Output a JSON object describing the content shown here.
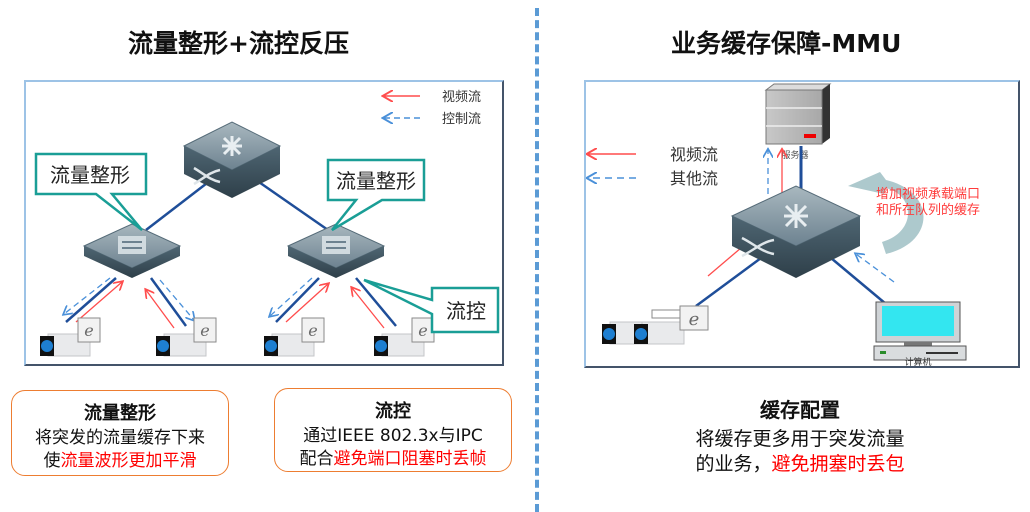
{
  "left_section": {
    "title": "流量整形+流控反压",
    "diagram": {
      "legend": [
        {
          "label": "视频流",
          "style": "solid",
          "color": "#ff4d4d"
        },
        {
          "label": "控制流",
          "style": "dashed",
          "color": "#4a90d9"
        }
      ],
      "callouts": {
        "shaping_left": "流量整形",
        "shaping_right": "流量整形",
        "flow_control": "流控"
      },
      "colors": {
        "callout_border": "#1a9e96",
        "link": "#1f4e99"
      }
    },
    "cards": [
      {
        "title": "流量整形",
        "line1": "将突发的流量缓存下来",
        "line2_prefix": "使",
        "line2_highlight": "流量波形更加平滑"
      },
      {
        "title": "流控",
        "line1": "通过IEEE 802.3x与IPC",
        "line2_prefix": "配合",
        "line2_highlight": "避免端口阻塞时丢帧"
      }
    ]
  },
  "right_section": {
    "title": "业务缓存保障-MMU",
    "diagram": {
      "legend": [
        {
          "label": "视频流",
          "style": "solid",
          "color": "#ff4d4d"
        },
        {
          "label": "其他流",
          "style": "dashed",
          "color": "#4a90d9"
        }
      ],
      "server_label": "服务器",
      "computer_label": "计算机",
      "annotation_line1": "增加视频承载端口",
      "annotation_line2": "和所在队列的缓存"
    },
    "summary": {
      "title": "缓存配置",
      "line1": "将缓存更多用于突发流量",
      "line2_prefix": "的业务，",
      "line2_highlight": "避免拥塞时丢包"
    }
  },
  "colors": {
    "divider": "#5b9bd5",
    "card_border": "#ed7d31",
    "highlight": "#ff0000"
  }
}
